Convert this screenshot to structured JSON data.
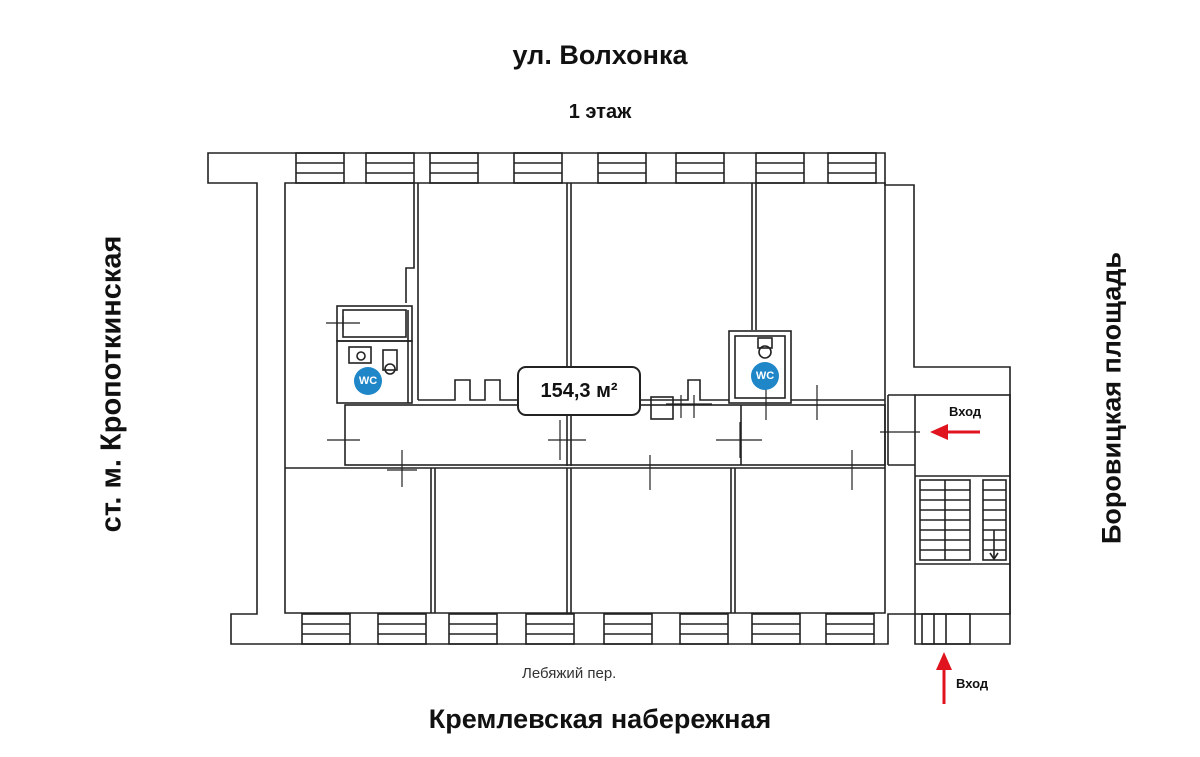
{
  "streets": {
    "top": "ул. Волхонка",
    "left": "ст. м. Кропоткинская",
    "right": "Боровицкая площадь",
    "bottom_lane": "Лебяжий пер.",
    "bottom": "Кремлевская набережная"
  },
  "floor": "1 этаж",
  "area": "154,3 м²",
  "wc": {
    "label": "WC",
    "icon": "wc-icon"
  },
  "entrances": {
    "right": {
      "label": "Вход"
    },
    "bottom": {
      "label": "Вход"
    }
  },
  "colors": {
    "wall": "#222222",
    "wc_badge": "#1f86c8",
    "entrance_arrow": "#e0141e",
    "background": "#ffffff"
  }
}
